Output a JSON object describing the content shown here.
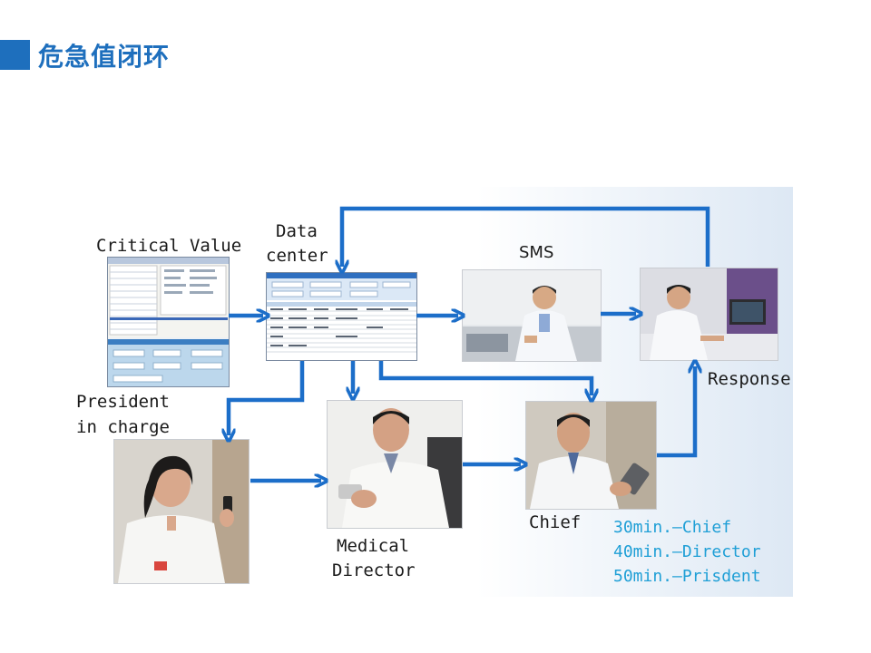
{
  "title": "危急值闭环",
  "nodes": {
    "critical_value": "Critical Value",
    "data_center_line1": "Data",
    "data_center_line2": "center",
    "sms": "SMS",
    "response": "Response",
    "president_line1": "President",
    "president_line2": "in charge",
    "medical_line1": "Medical",
    "medical_line2": "Director",
    "chief": "Chief"
  },
  "timing": [
    "30min.—Chief",
    "40min.—Director",
    "50min.—Prisdent"
  ],
  "colors": {
    "accent": "#1e6fbd",
    "arrow": "#1c6ec9",
    "timing_text": "#1f9fd6"
  }
}
